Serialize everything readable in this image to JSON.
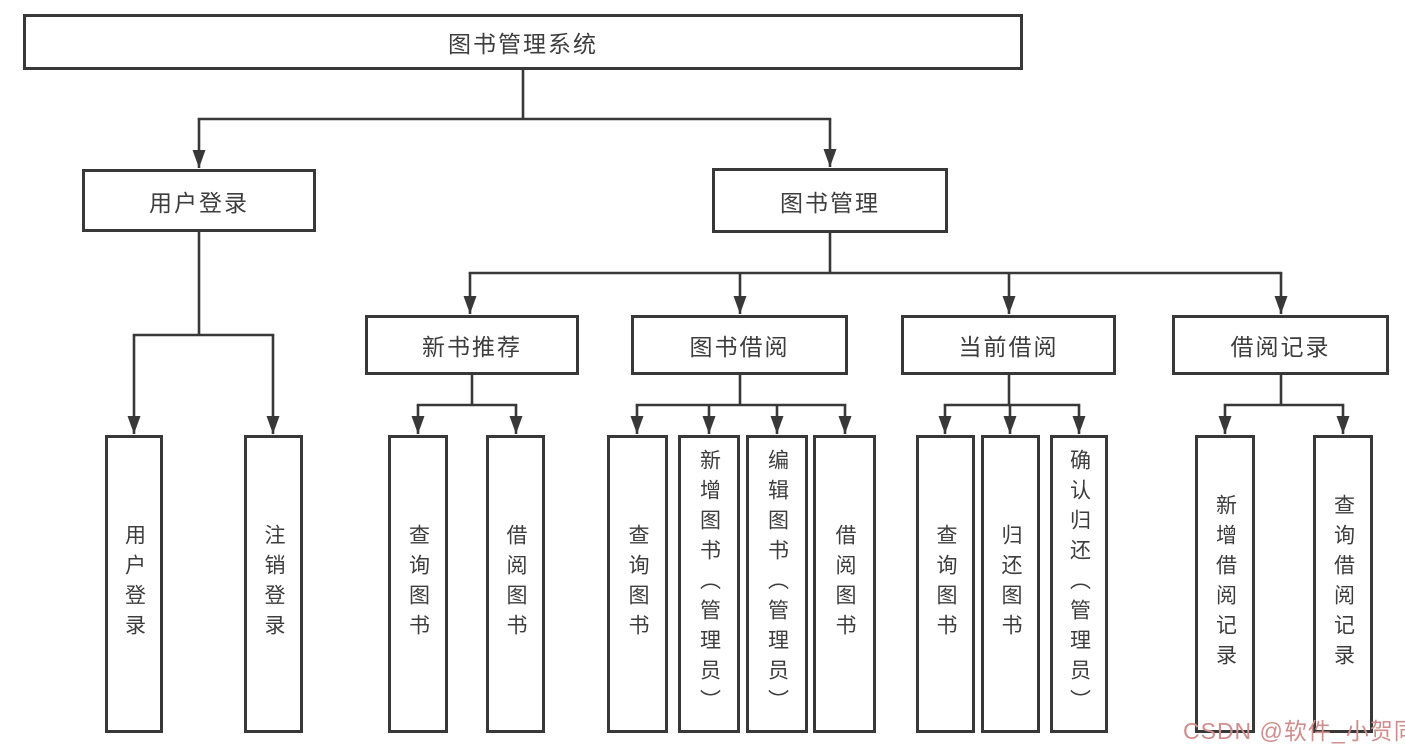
{
  "colors": {
    "line": "#383838",
    "box_border": "#383838",
    "text": "#3d3d3d",
    "background": "#ffffff",
    "watermark": "#d08d8d"
  },
  "diagram": {
    "root": "图书管理系统",
    "branches": {
      "user_login": {
        "label": "用户登录",
        "children": [
          "用户登录",
          "注销登录"
        ]
      },
      "book_management": {
        "label": "图书管理",
        "sections": [
          {
            "label": "新书推荐",
            "children": [
              "查询图书",
              "借阅图书"
            ]
          },
          {
            "label": "图书借阅",
            "children": [
              "查询图书",
              "新增图书（管理员）",
              "编辑图书（管理员）",
              "借阅图书"
            ]
          },
          {
            "label": "当前借阅",
            "children": [
              "查询图书",
              "归还图书",
              "确认归还（管理员）"
            ]
          },
          {
            "label": "借阅记录",
            "children": [
              "新增借阅记录",
              "查询借阅记录"
            ]
          }
        ]
      }
    }
  },
  "watermark": "CSDN @软件_小贺同学"
}
